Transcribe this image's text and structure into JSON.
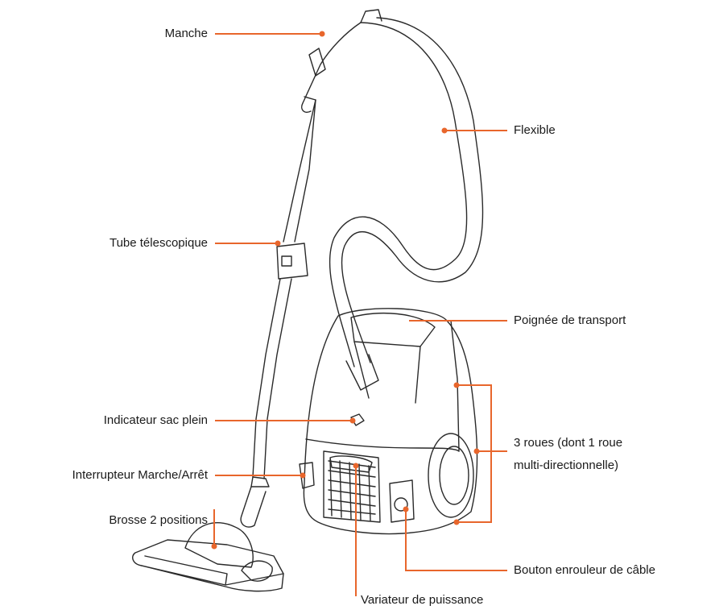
{
  "diagram": {
    "accent_color": "#e8662c",
    "outline_color": "#2a2a2a",
    "labels": {
      "manche": "Manche",
      "flexible": "Flexible",
      "tube": "Tube télescopique",
      "poignee": "Poignée de transport",
      "indicateur": "Indicateur sac plein",
      "roues_line1": "3 roues (dont 1 roue",
      "roues_line2": "multi-directionnelle)",
      "interrupteur": "Interrupteur Marche/Arrêt",
      "brosse": "Brosse 2 positions",
      "bouton": "Bouton enrouleur de câble",
      "variateur": "Variateur de puissance"
    }
  }
}
